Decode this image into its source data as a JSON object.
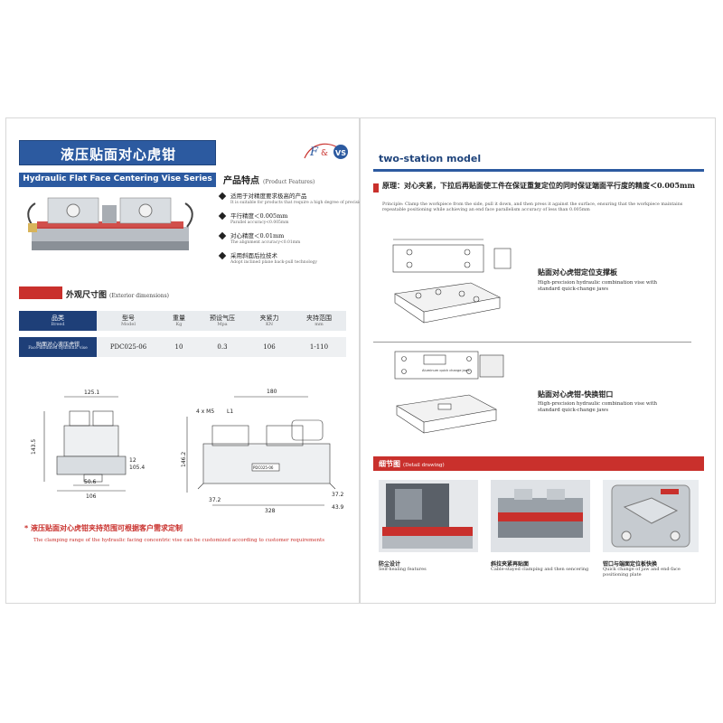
{
  "left": {
    "title_cn": "液压贴面对心虎钳",
    "logo": {
      "mark1": "F",
      "mark2": "VS"
    },
    "title_en": "Hydraulic Flat Face Centering Vise Series",
    "product_features": {
      "heading": "产品特点",
      "heading_en": "(Product Features)",
      "items": [
        {
          "cn": "适用于对精度要求极高的产品",
          "en": "It is suitable for products that require a high degree of precision"
        },
        {
          "cn": "平行精度＜0.005mm",
          "en": "Parallel accuracy<0.005mm"
        },
        {
          "cn": "对心精度＜0.01mm",
          "en": "The alignment accuracy<0.01mm"
        },
        {
          "cn": "采用斜面后拉技术",
          "en": "Adopt inclined plane back-pull technology"
        }
      ]
    },
    "section_dims": {
      "cn": "外观尺寸图",
      "en": "(Exterior dimensions)"
    },
    "table": {
      "headers": [
        {
          "cn": "品类",
          "en": "Breed"
        },
        {
          "cn": "型号",
          "en": "Model"
        },
        {
          "cn": "重量",
          "en": "Kg"
        },
        {
          "cn": "预设气压",
          "en": "Mpa"
        },
        {
          "cn": "夹紧力",
          "en": "KN"
        },
        {
          "cn": "夹持范围",
          "en": "mm"
        }
      ],
      "row": {
        "breed_cn": "贴面对心液压虎钳",
        "breed_en": "Face-mounted hydraulic vise",
        "model": "PDC025-06",
        "weight": "10",
        "pressure": "0.3",
        "force": "106",
        "range": "1-110"
      }
    },
    "drawing": {
      "dim_125": "125.1",
      "dim_1435": "143.5",
      "dim_12": "12",
      "dim_1054": "105.4",
      "dim_506": "50.6",
      "dim_106": "106",
      "dim_4m5": "4 x M5",
      "dim_l1": "L1",
      "dim_180": "180",
      "dim_1462": "146.2",
      "dim_372a": "37.2",
      "dim_328": "328",
      "dim_372b": "37.2",
      "dim_439": "43.9",
      "plate_label": "PDC025-06"
    },
    "clamp_note_cn": "* 液压贴面对心虎钳夹持范围可根据客户需求定制",
    "clamp_note_en": "The clamping range of the hydraulic facing concentric vise can be customized according to customer requirements"
  },
  "right": {
    "title": "two-station model",
    "principle_cn": "原理：对心夹紧，下拉后再贴面使工件在保证重复定位的同时保证端面平行度的精度＜0.005mm",
    "principle_en": "Principle: Clamp the workpiece from the side, pull it down, and then press it against the surface, ensuring that the workpiece maintains repeatable positioning while achieving an end face parallelism accuracy of less than 0.005mm",
    "sketch2_label": "Aluminum quick change jaws",
    "cap1_cn": "贴面对心虎钳定位支撑板",
    "cap1_en": "High-precision hydraulic combination vise with standard quick-change jaws",
    "cap2_cn": "贴面对心虎钳-快换钳口",
    "cap2_en": "High-precision hydraulic combination vise with standard quick-change jaws",
    "detail": {
      "cn": "细节图",
      "en": "(Detail drawing)"
    },
    "photos": [
      {
        "cn": "防尘设计",
        "en": "Self-healing features"
      },
      {
        "cn": "斜拉夹紧再贴面",
        "en": "Cable-stayed clamping and then sencering"
      },
      {
        "cn": "钳口与端面定位板快换",
        "en": "Quick change of jaw and end-face positioning plate"
      }
    ]
  },
  "colors": {
    "brand_blue": "#2c5aa0",
    "accent_red": "#c9302c",
    "navy": "#1e3f78"
  }
}
